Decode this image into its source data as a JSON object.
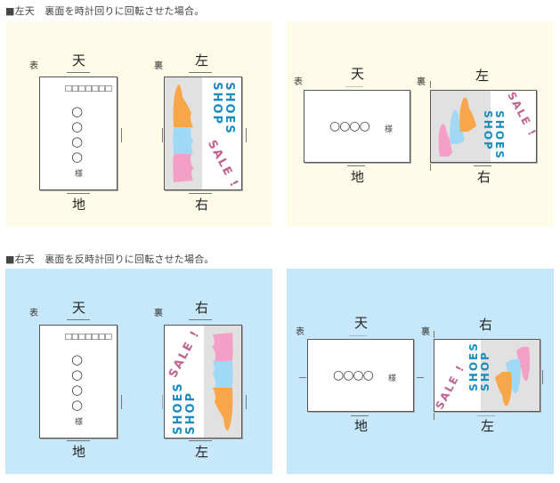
{
  "sections": [
    {
      "heading": "■左天　裏面を時計回りに回転させた場合。",
      "panel_color": "#fefbe8",
      "portrait": {
        "front": {
          "side_label": "表",
          "top": "天",
          "bottom": "地",
          "postal_boxes": "□□□□□□□",
          "name_circles": "○○○○",
          "honorific": "様"
        },
        "back": {
          "side_label": "裏",
          "top": "左",
          "bottom": "右",
          "brand_line1": "SHOES",
          "brand_line2": "SHOP",
          "sale": "SALE !"
        }
      },
      "landscape": {
        "front": {
          "side_label": "表",
          "top": "天",
          "bottom": "地",
          "name_circles": "○○○○",
          "honorific": "様"
        },
        "back": {
          "side_label": "裏",
          "top": "左",
          "bottom": "右",
          "brand_line1": "SHOES",
          "brand_line2": "SHOP",
          "sale": "SALE !"
        }
      }
    },
    {
      "heading": "■右天　裏面を反時計回りに回転させた場合。",
      "panel_color": "#c6e8fa",
      "portrait": {
        "front": {
          "side_label": "表",
          "top": "天",
          "bottom": "地",
          "postal_boxes": "□□□□□□□",
          "name_circles": "○○○○",
          "honorific": "様"
        },
        "back": {
          "side_label": "裏",
          "top": "右",
          "bottom": "左",
          "brand_line1": "SHOES",
          "brand_line2": "SHOP",
          "sale": "SALE !"
        }
      },
      "landscape": {
        "front": {
          "side_label": "表",
          "top": "天",
          "bottom": "地",
          "name_circles": "○○○○",
          "honorific": "様"
        },
        "back": {
          "side_label": "裏",
          "top": "右",
          "bottom": "左",
          "brand_line1": "SHOES",
          "brand_line2": "SHOP",
          "sale": "SALE !"
        }
      }
    }
  ],
  "colors": {
    "brand_blue": "#1a8bbf",
    "sale_pink": "#c0648f",
    "shoe_orange": "#f7a64a",
    "shoe_blue": "#9fd9f5",
    "shoe_pink": "#f4a0c6",
    "gray_band": "#e1e1e1"
  }
}
